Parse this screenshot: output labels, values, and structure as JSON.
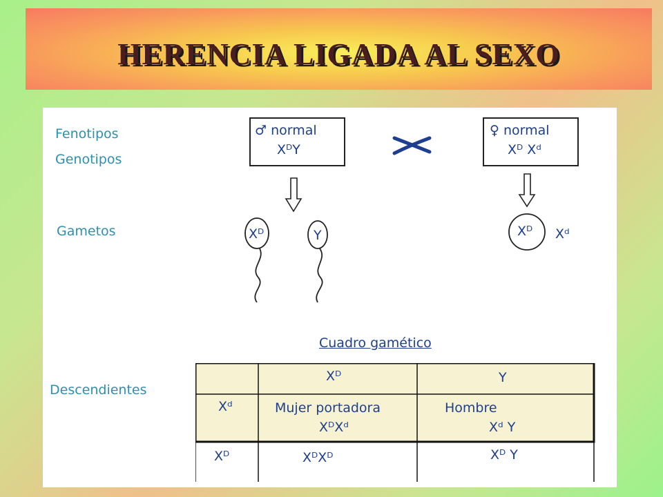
{
  "title": "HERENCIA LIGADA AL SEXO",
  "labels": {
    "fenotipos": "Fenotipos",
    "genotipos": "Genotipos",
    "gametos": "Gametos",
    "descendientes": "Descendientes"
  },
  "male_box": {
    "phenotype": "♂ normal",
    "genotype": "XᴰY"
  },
  "cross_symbol": "X",
  "female_box": {
    "phenotype": "♀ normal",
    "genotype": "Xᴰ Xᵈ"
  },
  "gametes": {
    "male_1": "Xᴰ",
    "male_2": "Y",
    "female_1": "Xᴰ",
    "female_2": "Xᵈ"
  },
  "cuadro_title": "Cuadro gamético",
  "table": {
    "col_headers": [
      "Xᴰ",
      "Y"
    ],
    "row_headers": [
      "Xᵈ",
      "Xᴰ"
    ],
    "cells": [
      [
        "Mujer portadora",
        "Hombre"
      ],
      [
        "",
        ""
      ]
    ],
    "cell_genotypes": [
      [
        "XᴰXᵈ",
        "Xᵈ Y"
      ],
      [
        "XᴰXᴰ",
        "Xᴰ Y"
      ]
    ]
  },
  "colors": {
    "label_color": "#2e8fb0",
    "text_color": "#1e3f8f",
    "table_highlight": "#f7f3d2",
    "title_color": "#4a1e1e"
  }
}
